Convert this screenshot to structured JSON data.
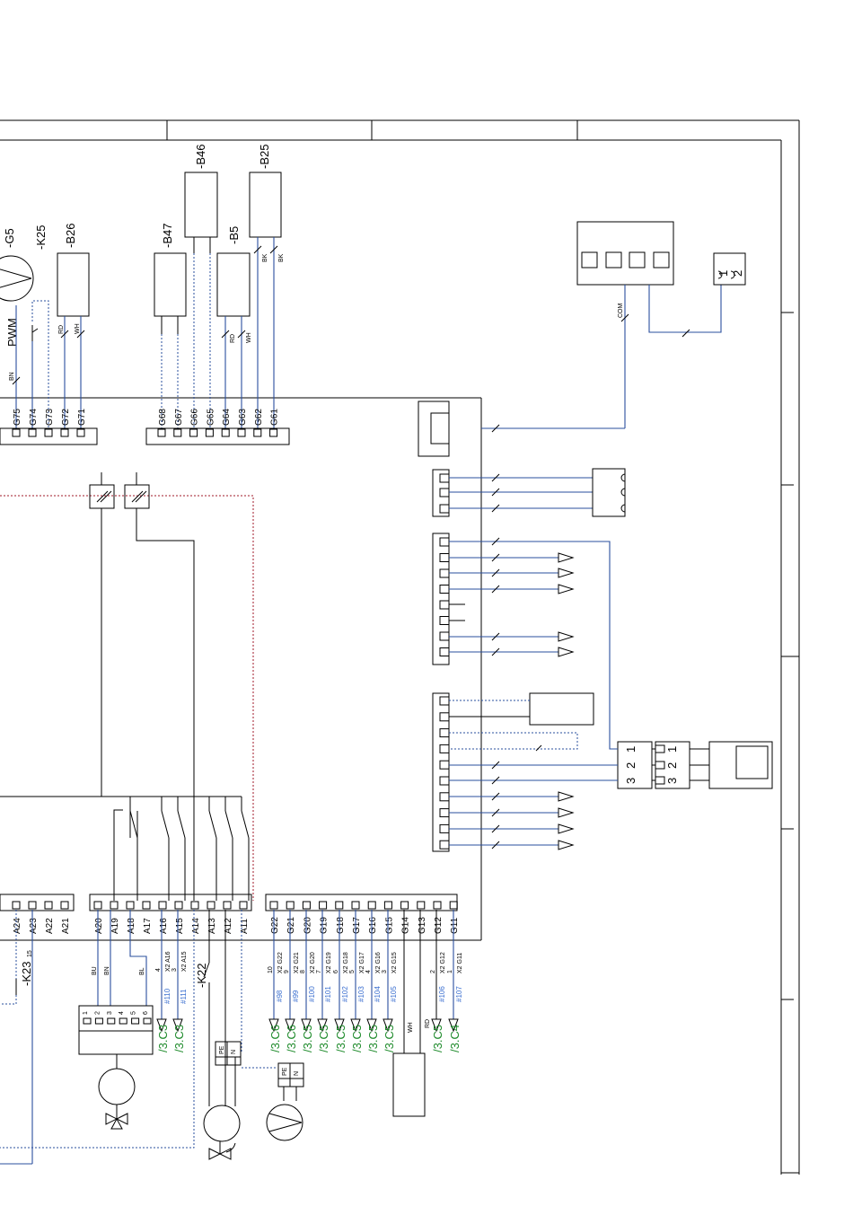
{
  "colors": {
    "wire_blue": "#2a4f9e",
    "wire_red": "#a0182a",
    "ref_green": "#1d8a2a",
    "link_blue": "#3b6fd0"
  },
  "components": {
    "g5": "-G5",
    "pwm": "PWM",
    "k25": "-K25",
    "b26": "-B26",
    "b47": "-B47",
    "b46": "-B46",
    "b5": "-B5",
    "b25": "-B25",
    "k23": "-K23",
    "k22": "-K22",
    "k23_pin": "15"
  },
  "wire_colors": {
    "bn_g75": "BN",
    "rd_b26": "RD",
    "wh_b26": "WH",
    "rd_b5": "RD",
    "wh_b5": "WH",
    "bk1": "BK",
    "bk2": "BK",
    "com": "COM",
    "bu": "BU",
    "bn": "BN",
    "bl": "BL",
    "wh_g14": "WH",
    "rd_g13": "RD"
  },
  "terminals_g_top_left": [
    "G75",
    "G74",
    "G73",
    "G72",
    "G71"
  ],
  "terminals_g_top_right": [
    "G68",
    "G67",
    "G66",
    "G65",
    "G64",
    "G63",
    "G62",
    "G61"
  ],
  "terminals_a_left": [
    "A24",
    "A23",
    "A22",
    "A21"
  ],
  "terminals_a": [
    "A20",
    "A19",
    "A18",
    "A17",
    "A16",
    "A15",
    "A14",
    "A13",
    "A12",
    "A11"
  ],
  "terminals_g_bottom": [
    "G22",
    "G21",
    "G20",
    "G19",
    "G18",
    "G17",
    "G16",
    "G15",
    "G14",
    "G13",
    "G12",
    "G11"
  ],
  "x2_a": [
    "X2 A16",
    "X2 A15"
  ],
  "x2_a_nums": [
    "4",
    "3"
  ],
  "x2_g": [
    "X2 G22",
    "X2 G21",
    "X2 G20",
    "X2 G19",
    "X2 G18",
    "X2 G17",
    "X2 G16",
    "X2 G15",
    "",
    "",
    "X2 G12",
    "X2 G11"
  ],
  "x2_g_nums": [
    "10",
    "9",
    "8",
    "7",
    "6",
    "5",
    "4",
    "3",
    "",
    "",
    "2",
    "1"
  ],
  "links_a": [
    "#110",
    "#111"
  ],
  "links_g": [
    "#98",
    "#99",
    "#100",
    "#101",
    "#102",
    "#103",
    "#104",
    "#105",
    "",
    "",
    "#106",
    "#107"
  ],
  "refs_a": [
    "/3.C3",
    "/3.C3"
  ],
  "refs_g": [
    "/3.C6",
    "/3.C6",
    "/3.C5",
    "/3.C5",
    "/3.C5",
    "/3.C5",
    "/3.C5",
    "/3.C5",
    "",
    "",
    "/3.C5",
    "/3.C4"
  ],
  "motor_pins": [
    "1",
    "2",
    "3",
    "4",
    "5",
    "6"
  ],
  "pe_n": [
    "PE",
    "N"
  ],
  "pe_n_2": [
    "PE",
    "N"
  ],
  "plug_right_1": [
    "1",
    "2",
    "3"
  ],
  "plug_right_2": [
    "1",
    "2",
    "3"
  ],
  "connector_12": [
    "1",
    "2"
  ]
}
